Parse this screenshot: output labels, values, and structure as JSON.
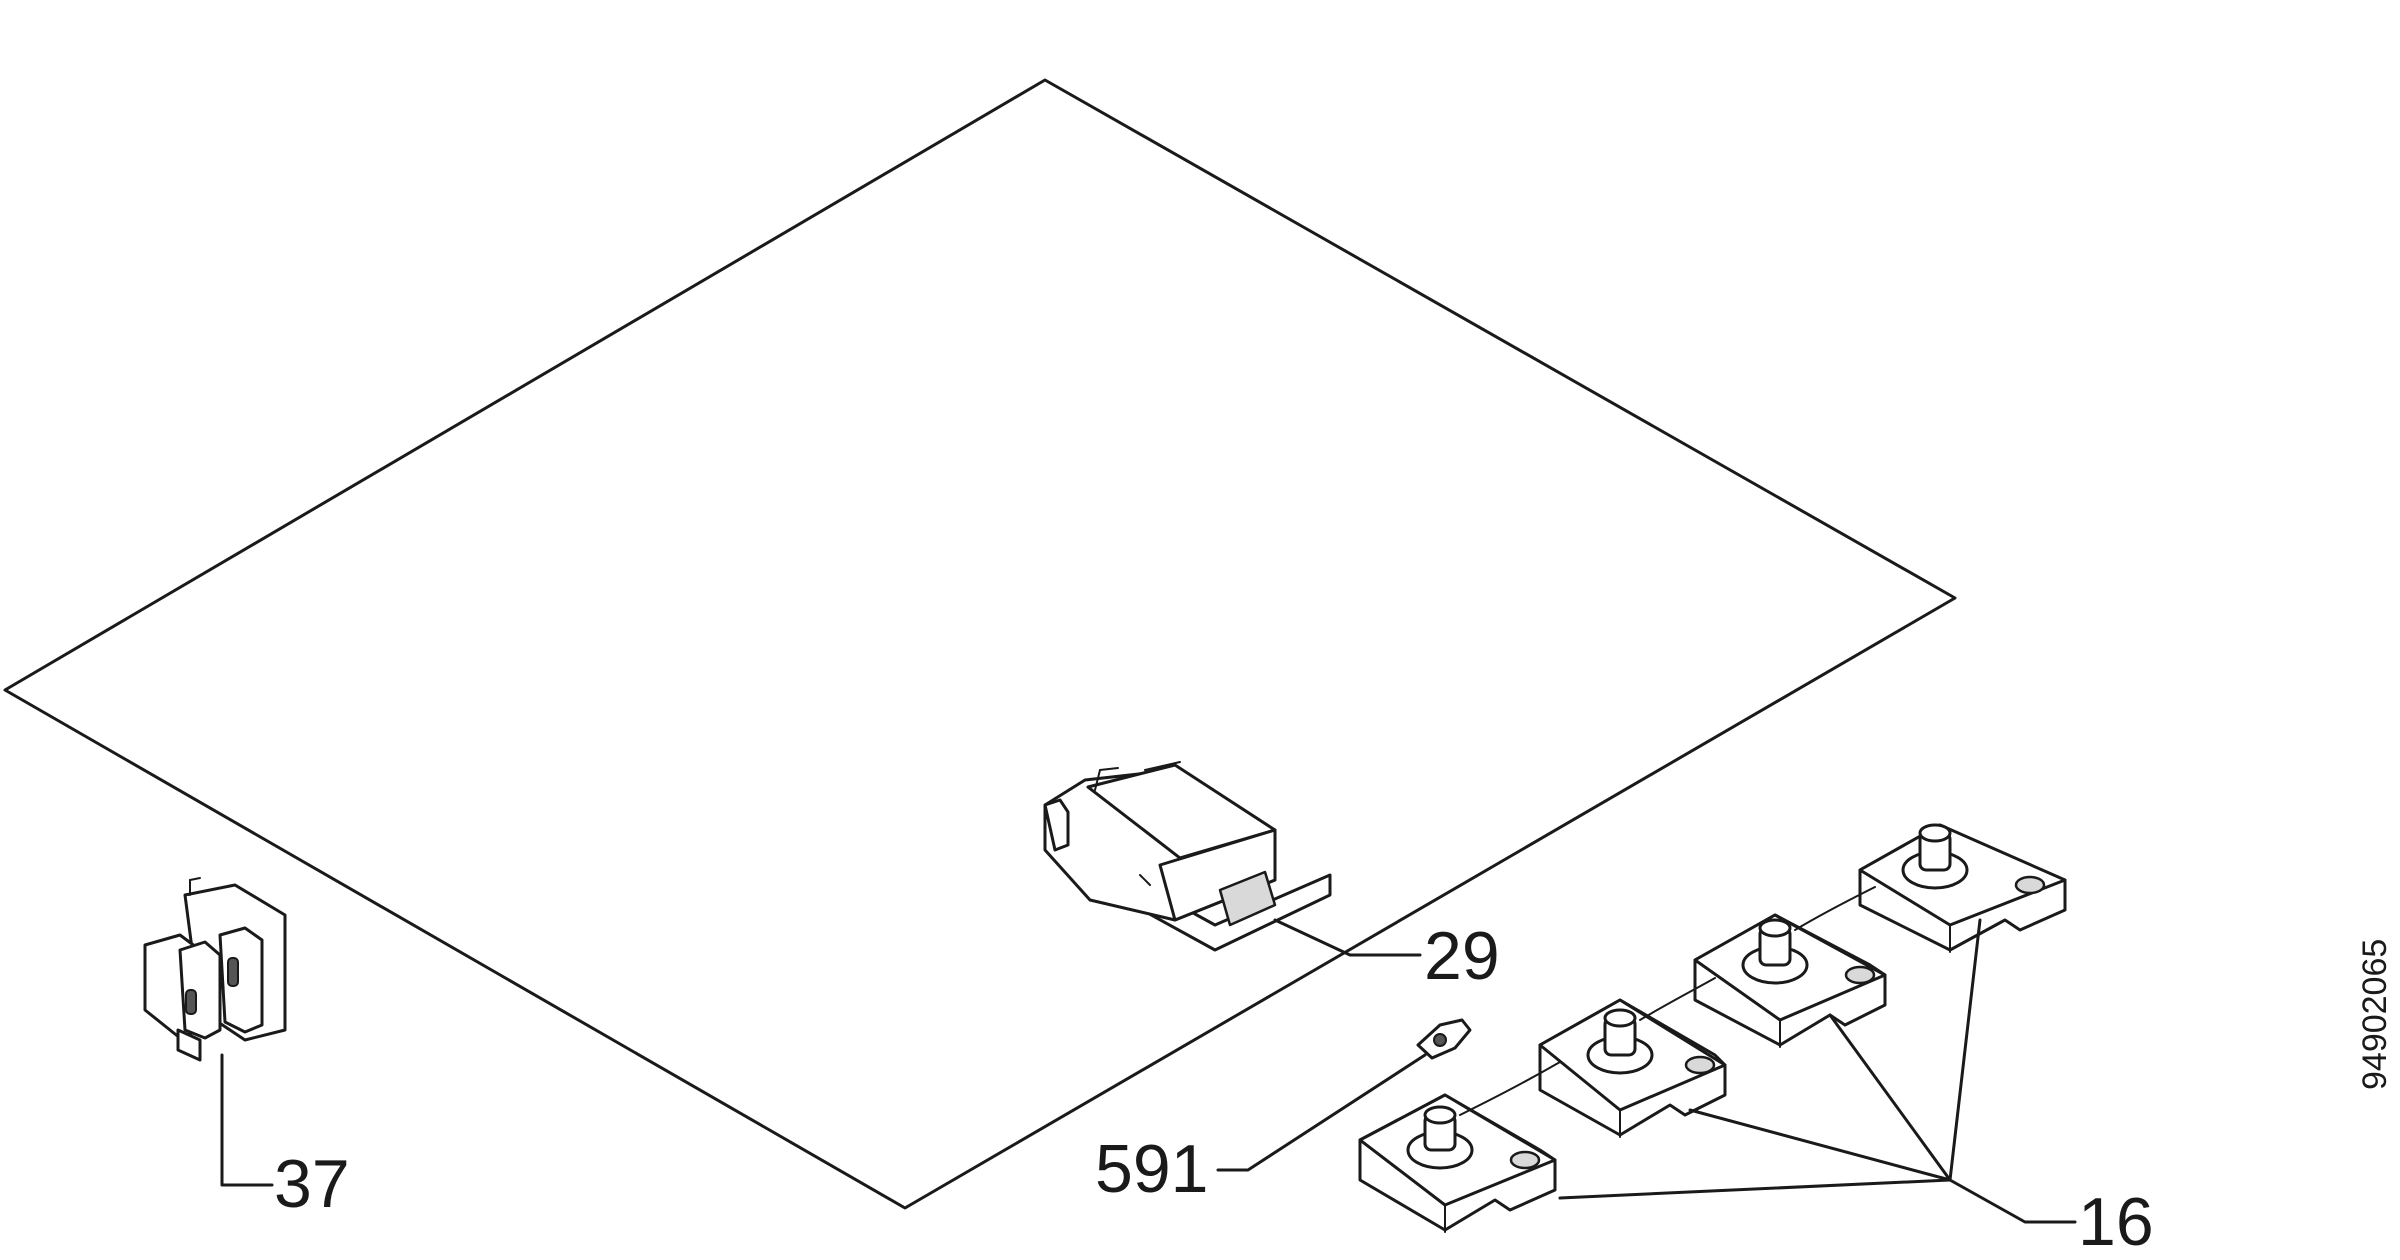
{
  "diagram": {
    "drawing_number": "94902065",
    "callouts": [
      {
        "id": "29",
        "text": "29"
      },
      {
        "id": "591",
        "text": "591"
      },
      {
        "id": "37",
        "text": "37"
      },
      {
        "id": "16",
        "text": "16"
      }
    ]
  }
}
